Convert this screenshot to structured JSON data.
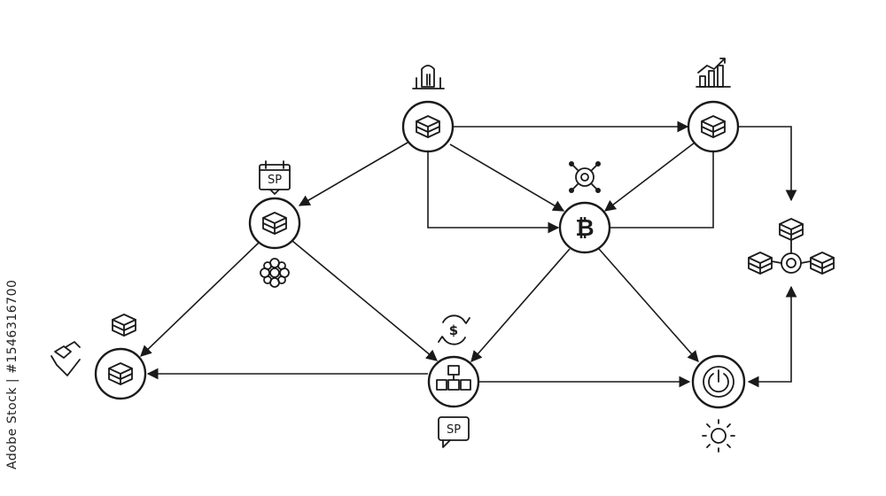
{
  "diagram": {
    "nodes": [
      {
        "id": "n-top",
        "glyph": "cube"
      },
      {
        "id": "n-top-right",
        "glyph": "cube"
      },
      {
        "id": "n-left",
        "glyph": "cube"
      },
      {
        "id": "n-btc",
        "glyph": "bitcoin",
        "label": "₿"
      },
      {
        "id": "n-bottom-left",
        "glyph": "cube"
      },
      {
        "id": "n-bottom-mid",
        "glyph": "network-blocks"
      },
      {
        "id": "n-bottom-right",
        "glyph": "power"
      },
      {
        "id": "n-far-right",
        "glyph": "block-hierarchy"
      }
    ],
    "edges": [
      {
        "from": "n-top",
        "to": "n-top-right"
      },
      {
        "from": "n-top",
        "to": "n-left"
      },
      {
        "from": "n-top",
        "to": "n-btc"
      },
      {
        "from": "n-top",
        "to": "n-btc",
        "routing": "elbow"
      },
      {
        "from": "n-top-right",
        "to": "n-btc"
      },
      {
        "from": "n-btc",
        "to": "n-top-right",
        "routing": "elbow",
        "arrow": false
      },
      {
        "from": "n-top-right",
        "to": "n-far-right",
        "routing": "elbow"
      },
      {
        "from": "n-left",
        "to": "n-bottom-left"
      },
      {
        "from": "n-left",
        "to": "n-bottom-mid"
      },
      {
        "from": "n-btc",
        "to": "n-bottom-mid"
      },
      {
        "from": "n-btc",
        "to": "n-bottom-right"
      },
      {
        "from": "n-bottom-mid",
        "to": "n-bottom-left"
      },
      {
        "from": "n-bottom-mid",
        "to": "n-bottom-right"
      },
      {
        "from": "n-bottom-right",
        "to": "n-far-right",
        "routing": "elbow",
        "bidirectional": true
      }
    ],
    "annotation_icons": [
      "bank-icon",
      "bar-chart-up-icon",
      "calendar-sp-icon",
      "crypto-network-icon",
      "gear-flower-icon",
      "cube-icon",
      "dollar-exchange-icon",
      "shield-check-icon",
      "sp-chat-icon",
      "sun-icon"
    ],
    "sp_labels": [
      "SP",
      "SP"
    ],
    "watermark": "Adobe Stock | #1546316700"
  }
}
